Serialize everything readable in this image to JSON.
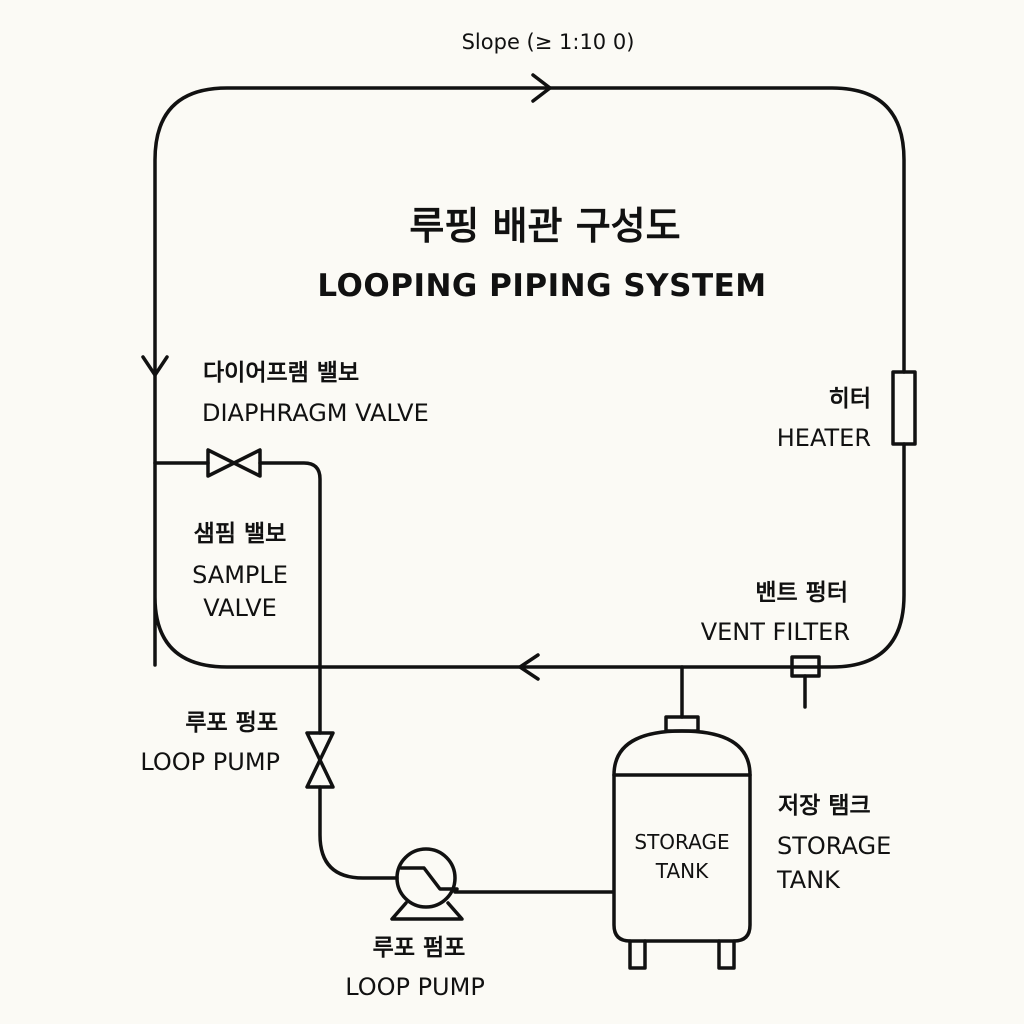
{
  "slope_label": "Slope (≥ 1:10 0)",
  "title": {
    "korean": "루핑 배관 구성도",
    "english": "LOOPING PIPING SYSTEM"
  },
  "diaphragm_valve": {
    "korean": "다이어프램 밸보",
    "english": "DIAPHRAGM VALVE"
  },
  "heater": {
    "korean": "히터",
    "english": "HEATER"
  },
  "sample_valve": {
    "korean": "샘핌 밸보",
    "english_line1": "SAMPLE",
    "english_line2": "VALVE"
  },
  "vent_filter": {
    "korean": "밴트 펑터",
    "english": "VENT FILTER"
  },
  "check_valve": {
    "korean": "루포 펑포",
    "english": "LOOP PUMP"
  },
  "storage_tank": {
    "korean": "저장 탬크",
    "english_line1": "STORAGE",
    "english_line2": "TANK",
    "inner_line1": "STORAGE",
    "inner_line2": "TANK"
  },
  "loop_pump": {
    "korean": "루포 펌포",
    "english": "LOOP PUMP"
  }
}
